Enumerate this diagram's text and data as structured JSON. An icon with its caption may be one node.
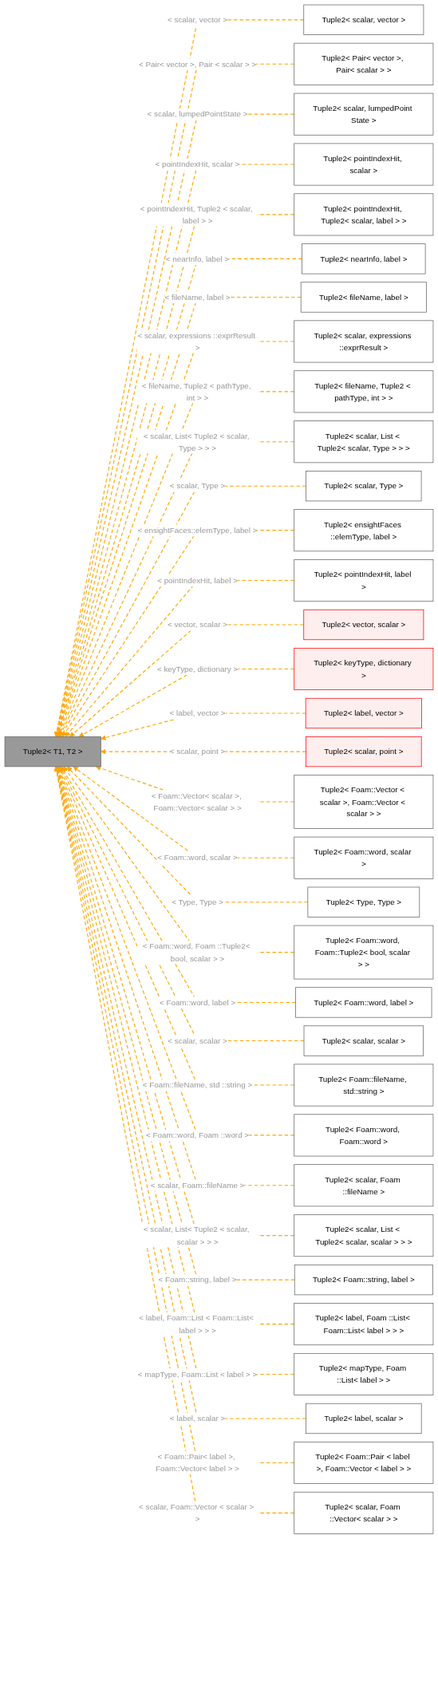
{
  "diagram": {
    "nodes": [
      {
        "text": [
          "Tuple2< T1, T2 >"
        ]
      },
      {
        "text": [
          "Tuple2< scalar, vector >"
        ]
      },
      {
        "text": [
          "Tuple2< Pair< vector >, Pair< scalar > >"
        ]
      },
      {
        "text": [
          "Tuple2< scalar, lumpedPoint State >"
        ]
      },
      {
        "text": [
          "Tuple2< pointIndexHit, scalar >"
        ]
      },
      {
        "text": [
          "Tuple2< pointIndexHit, Tuple2< scalar, label > >"
        ]
      },
      {
        "text": [
          "Tuple2< nearInfo, label >"
        ]
      },
      {
        "text": [
          "Tuple2< fileName, label >"
        ]
      },
      {
        "text": [
          "Tuple2< scalar, expressions ::exprResult >"
        ]
      },
      {
        "text": [
          "Tuple2< fileName, Tuple2 < pathType, int > >"
        ]
      },
      {
        "text": [
          "Tuple2< scalar, List < Tuple2< scalar, Type > > >"
        ]
      },
      {
        "text": [
          "Tuple2< scalar, Type >"
        ]
      },
      {
        "text": [
          "Tuple2< ensightFaces ::elemType, label >"
        ]
      },
      {
        "text": [
          "Tuple2< pointIndexHit, label >"
        ]
      },
      {
        "text": [
          "Tuple2< vector, scalar >"
        ]
      },
      {
        "text": [
          "Tuple2< keyType, dictionary >"
        ]
      },
      {
        "text": [
          "Tuple2< label, vector >"
        ]
      },
      {
        "text": [
          "Tuple2< scalar, point >"
        ]
      },
      {
        "text": [
          "Tuple2< Foam::Vector < scalar >, Foam::Vector < scalar > >"
        ]
      },
      {
        "text": [
          "Tuple2< Foam::word, scalar >"
        ]
      },
      {
        "text": [
          "Tuple2< Type, Type >"
        ]
      },
      {
        "text": [
          "Tuple2< Foam::word, Foam::Tuple2< bool, scalar > >"
        ]
      },
      {
        "text": [
          "Tuple2< Foam::word, label >"
        ]
      },
      {
        "text": [
          "Tuple2< scalar, scalar >"
        ]
      },
      {
        "text": [
          "Tuple2< Foam::fileName, std::string >"
        ]
      },
      {
        "text": [
          "Tuple2< Foam::word, Foam::word >"
        ]
      },
      {
        "text": [
          "Tuple2< scalar, Foam ::fileName >"
        ]
      },
      {
        "text": [
          "Tuple2< scalar, List < Tuple2< scalar, scalar > > >"
        ]
      },
      {
        "text": [
          "Tuple2< Foam::string, label >"
        ]
      },
      {
        "text": [
          "Tuple2< label, Foam ::List< Foam::List< label > > >"
        ]
      },
      {
        "text": [
          "Tuple2< mapType, Foam ::List< label > >"
        ]
      },
      {
        "text": [
          "Tuple2< label, scalar >"
        ]
      },
      {
        "text": [
          "Tuple2< Foam::Pair < label >, Foam::Vector < label > >"
        ]
      },
      {
        "text": [
          "Tuple2< scalar, Foam ::Vector< scalar > >"
        ]
      }
    ],
    "edges": [
      {
        "from": 1,
        "to": 0,
        "arrow": "to",
        "style": "dashed",
        "label": "< scalar, vector >"
      },
      {
        "from": 2,
        "to": 0,
        "arrow": "to",
        "style": "dashed",
        "label": "< Pair< vector >, Pair < scalar > >"
      },
      {
        "from": 3,
        "to": 0,
        "arrow": "to",
        "style": "dashed",
        "label": "< scalar, lumpedPointState >"
      },
      {
        "from": 4,
        "to": 0,
        "arrow": "to",
        "style": "dashed",
        "label": "< pointIndexHit, scalar >"
      },
      {
        "from": 5,
        "to": 0,
        "arrow": "to",
        "style": "dashed",
        "label": "< pointIndexHit, Tuple2 < scalar, label > >"
      },
      {
        "from": 6,
        "to": 0,
        "arrow": "to",
        "style": "dashed",
        "label": "< nearInfo, label >"
      },
      {
        "from": 7,
        "to": 0,
        "arrow": "to",
        "style": "dashed",
        "label": "< fileName, label >"
      },
      {
        "from": 8,
        "to": 0,
        "arrow": "to",
        "style": "dashed",
        "label": "< scalar, expressions ::exprResult >"
      },
      {
        "from": 9,
        "to": 0,
        "arrow": "to",
        "style": "dashed",
        "label": "< fileName, Tuple2 < pathType, int > >"
      },
      {
        "from": 10,
        "to": 0,
        "arrow": "to",
        "style": "dashed",
        "label": "< scalar, List< Tuple2 < scalar, Type > > >"
      },
      {
        "from": 11,
        "to": 0,
        "arrow": "to",
        "style": "dashed",
        "label": "< scalar, Type >"
      },
      {
        "from": 12,
        "to": 0,
        "arrow": "to",
        "style": "dashed",
        "label": "< ensightFaces::elemType, label >"
      },
      {
        "from": 13,
        "to": 0,
        "arrow": "to",
        "style": "dashed",
        "label": "< pointIndexHit, label >"
      },
      {
        "from": 14,
        "to": 0,
        "arrow": "to",
        "style": "dashed",
        "label": "< vector, scalar >"
      },
      {
        "from": 15,
        "to": 0,
        "arrow": "to",
        "style": "dashed",
        "label": "< keyType, dictionary >"
      },
      {
        "from": 16,
        "to": 0,
        "arrow": "to",
        "style": "dashed",
        "label": "< label, vector >"
      },
      {
        "from": 17,
        "to": 0,
        "arrow": "to",
        "style": "dashed",
        "label": "< scalar, point >"
      },
      {
        "from": 18,
        "to": 0,
        "arrow": "to",
        "style": "dashed",
        "label": "< Foam::Vector< scalar >, Foam::Vector< scalar > >"
      },
      {
        "from": 19,
        "to": 0,
        "arrow": "to",
        "style": "dashed",
        "label": "< Foam::word, scalar >"
      },
      {
        "from": 20,
        "to": 0,
        "arrow": "to",
        "style": "dashed",
        "label": "< Type, Type >"
      },
      {
        "from": 21,
        "to": 0,
        "arrow": "to",
        "style": "dashed",
        "label": "< Foam::word, Foam ::Tuple2< bool, scalar > >"
      },
      {
        "from": 22,
        "to": 0,
        "arrow": "to",
        "style": "dashed",
        "label": "< Foam::word, label >"
      },
      {
        "from": 23,
        "to": 0,
        "arrow": "to",
        "style": "dashed",
        "label": "< scalar, scalar >"
      },
      {
        "from": 24,
        "to": 0,
        "arrow": "to",
        "style": "dashed",
        "label": "< Foam::fileName, std ::string >"
      },
      {
        "from": 25,
        "to": 0,
        "arrow": "to",
        "style": "dashed",
        "label": "< Foam::word, Foam ::word >"
      },
      {
        "from": 26,
        "to": 0,
        "arrow": "to",
        "style": "dashed",
        "label": "< scalar, Foam::fileName >"
      },
      {
        "from": 27,
        "to": 0,
        "arrow": "to",
        "style": "dashed",
        "label": "< scalar, List< Tuple2 < scalar, scalar > > >"
      },
      {
        "from": 28,
        "to": 0,
        "arrow": "to",
        "style": "dashed",
        "label": "< Foam::string, label >"
      },
      {
        "from": 29,
        "to": 0,
        "arrow": "to",
        "style": "dashed",
        "label": "< label, Foam::List < Foam::List< label > > >"
      },
      {
        "from": 30,
        "to": 0,
        "arrow": "to",
        "style": "dashed",
        "label": "< mapType, Foam::List < label > >"
      },
      {
        "from": 31,
        "to": 0,
        "arrow": "to",
        "style": "dashed",
        "label": "< label, scalar >"
      },
      {
        "from": 32,
        "to": 0,
        "arrow": "to",
        "style": "dashed",
        "label": "< Foam::Pair< label >, Foam::Vector< label > >"
      },
      {
        "from": 33,
        "to": 0,
        "arrow": "to",
        "style": "dashed",
        "label": "< scalar, Foam::Vector < scalar > >"
      }
    ]
  }
}
